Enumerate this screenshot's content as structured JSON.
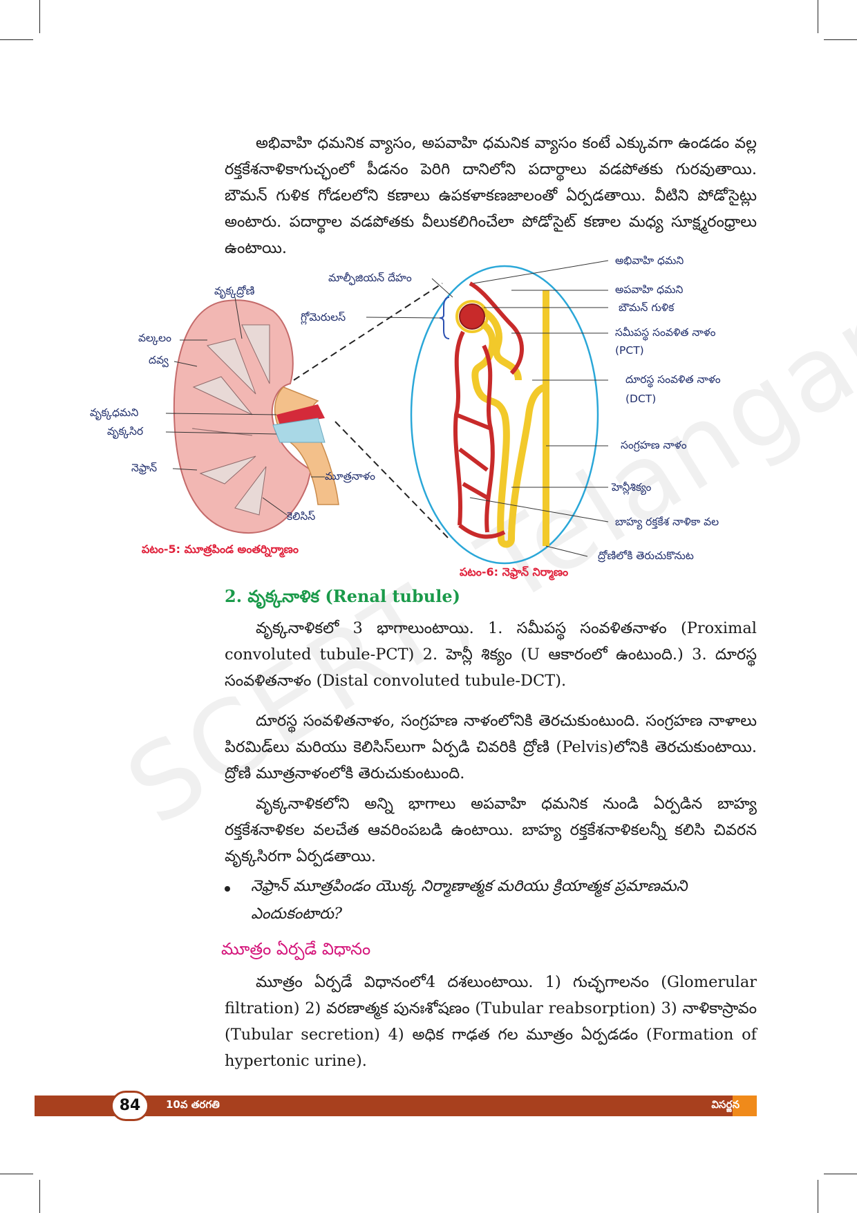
{
  "watermark": "SCERT, Telangana",
  "paragraphs": {
    "p1": "అభివాహి ధమనిక వ్యాసం, అపవాహి ధమనిక వ్యాసం కంటే ఎక్కువగా ఉండడం వల్ల రక్తకేశనాళికాగుచ్ఛంలో పీడనం పెరిగి దానిలోని పదార్థాలు వడపోతకు గురవుతాయి. బౌమన్ గుళిక గోడలలోని కణాలు ఉపకళాకణజాలంతో ఏర్పడతాయి. వీటిని పోడోసైట్లు అంటారు. పదార్థాల వడపోతకు వీలుకలిగించేలా పోడోసైట్ కణాల మధ్య సూక్ష్మరంధ్రాలు ఉంటాయి.",
    "p2": "వృక్కనాళికలో 3 భాగాలుంటాయి. 1. సమీపస్థ సంవళితనాళం (Proximal convoluted tubule-PCT) 2. హెన్లీ శిక్యం (U ఆకారంలో ఉంటుంది.) 3. దూరస్థ సంవళితనాళం (Distal convoluted tubule-DCT).",
    "p3": "దూరస్థ సంవళితనాళం, సంగ్రహణ నాళంలోనికి తెరచుకుంటుంది. సంగ్రహణ నాళాలు పిరమిడ్‌లు మరియు కెలిసిస్‌లుగా ఏర్పడి చివరికి ద్రోణి (Pelvis)లోనికి తెరచుకుంటాయి. ద్రోణి మూత్రనాళంలోకి తెరుచుకుంటుంది.",
    "p4": "వృక్కనాళికలోని అన్ని భాగాలు అపవాహి ధమనిక నుండి ఏర్పడిన బాహ్య రక్తకేశనాళికల వలచేత ఆవరింపబడి ఉంటాయి. బాహ్య రక్తకేశనాళికలన్నీ కలిసి చివరన వృక్కసిరగా ఏర్పడతాయి.",
    "p5": "మూత్రం ఏర్పడే విధానంలో4 దశలుంటాయి. 1) గుచ్ఛగాలనం (Glomerular filtration) 2) వరణాత్మక పునఃశోషణం (Tubular reabsorption) 3) నాళికాస్రావం (Tubular secretion) 4) అధిక గాఢత గల మూత్రం ఏర్పడడం (Formation of hypertonic urine)."
  },
  "headings": {
    "renal_tubule": "2. వృక్కనాళిక (Renal tubule)",
    "urine_formation": "మూత్రం ఏర్పడే విధానం"
  },
  "bullet_question": "నెఫ్రాన్ మూత్రపిండం యొక్క నిర్మాణాత్మక మరియు క్రియాత్మక ప్రమాణమని ఎందుకంటారు?",
  "figure_kidney": {
    "caption": "పటం-5: మూత్రపిండ అంతర్నిర్మాణం",
    "labels": {
      "pelvis": "వృక్కద్రోణి",
      "cortex": "వల్కలం",
      "medulla": "దవ్వ",
      "renal_artery": "వృక్కధమని",
      "renal_vein": "వృక్కసిర",
      "nephron": "నెఫ్రాన్",
      "ureter": "మూత్రనాళం",
      "calyces": "కెలిసిస్"
    }
  },
  "figure_nephron": {
    "caption": "పటం-6: నెఫ్రాన్ నిర్మాణం",
    "labels": {
      "malpighian": "మాల్ఫీజియన్ దేహం",
      "glomerulus": "గ్లోమెరులస్",
      "afferent": "అభివాహి ధమని",
      "efferent": "అపవాహి ధమని",
      "bowman": "బౌమన్ గుళిక",
      "pct": "సమీపస్థ సంవళిత నాళం",
      "pct_abbr": "(PCT)",
      "dct": "దూరస్థ సంవళిత నాళం",
      "dct_abbr": "(DCT)",
      "collecting": "సంగ్రహణ నాళం",
      "henle": "హెన్లీశిక్యం",
      "capillary_net": "బాహ్య రక్తకేశ నాళికా వల",
      "opens_pelvis": "ద్రోణిలోకి తెరుచుకొనుట"
    }
  },
  "footer": {
    "page_number": "84",
    "class_label": "10వ తరగతి",
    "chapter": "విసర్జన"
  }
}
